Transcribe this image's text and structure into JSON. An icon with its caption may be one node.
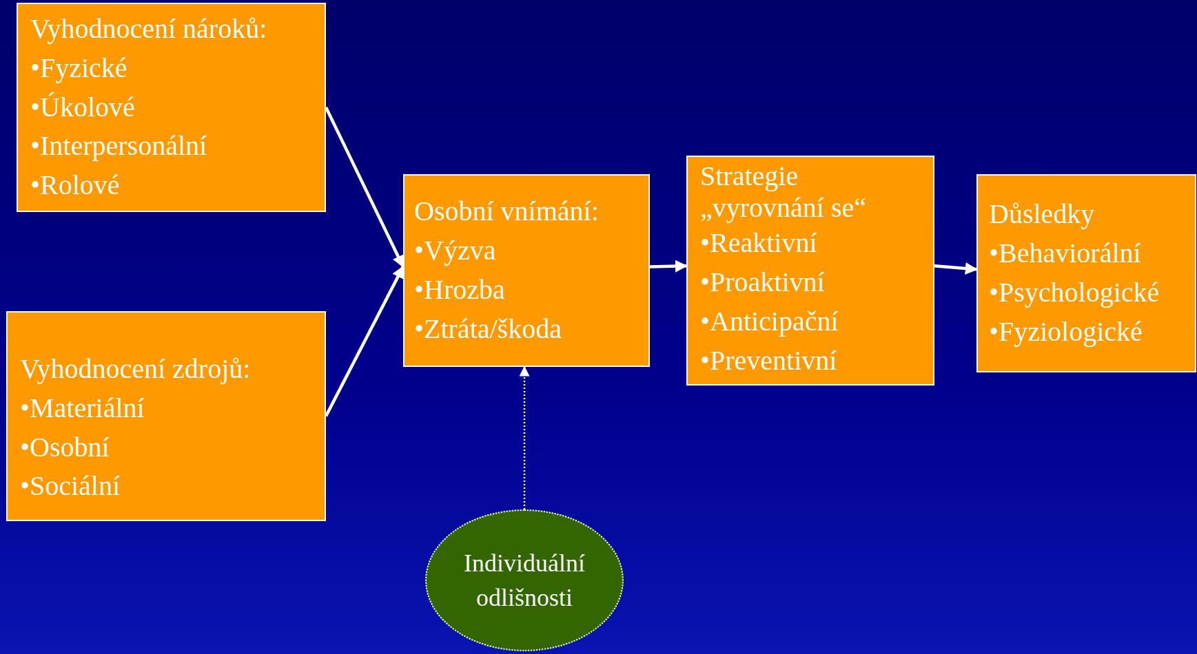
{
  "diagram": {
    "nodes": [
      {
        "text": [
          "Vyhodnocení nároků:",
          "•Fyzické",
          "•Úkolové",
          "•Interpersonální",
          "•Rolové"
        ]
      },
      {
        "text": [
          "Vyhodnocení zdrojů:",
          "•Materiální",
          "•Osobní",
          "•Sociální"
        ]
      },
      {
        "text": [
          "Osobní vnímání:",
          "•Výzva",
          "•Hrozba",
          "•Ztráta/škoda"
        ]
      },
      {
        "text": [
          "Strategie „vyrovnání se“",
          "•Reaktivní",
          "•Proaktivní",
          "•Anticipační",
          "•Preventivní"
        ]
      },
      {
        "text": [
          "Důsledky",
          "•Behaviorální",
          "•Psychologické",
          "•Fyziologické"
        ]
      },
      {
        "text": [
          "Individuální odlišnosti"
        ]
      }
    ],
    "edges": [
      {
        "from": 0,
        "to": 2,
        "arrow": "to"
      },
      {
        "from": 1,
        "to": 2,
        "arrow": "to"
      },
      {
        "from": 2,
        "to": 3,
        "arrow": "to"
      },
      {
        "from": 3,
        "to": 4,
        "arrow": "to"
      },
      {
        "from": 5,
        "to": 2,
        "arrow": "to",
        "style": "dashed"
      }
    ]
  }
}
